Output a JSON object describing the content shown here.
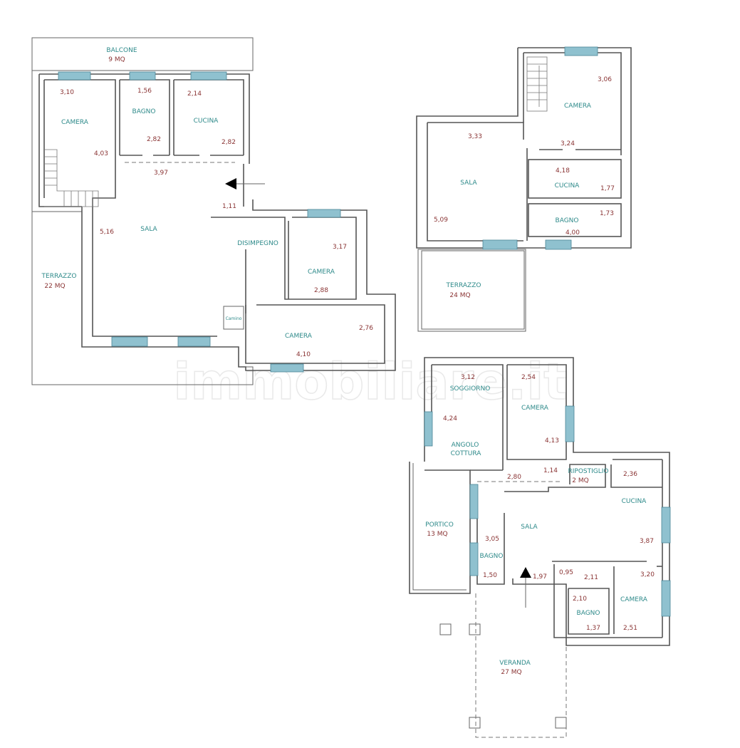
{
  "watermark": "immobiliare.it",
  "colors": {
    "room_label": "#2e8a8a",
    "dimension": "#8a3434",
    "window": "#8fc1cf",
    "wall": "#555555"
  },
  "plan_a": {
    "balcone": {
      "name": "BALCONE",
      "area": "9 MQ"
    },
    "terrazzo": {
      "name": "TERRAZZO",
      "area": "22 MQ"
    },
    "camera_1": {
      "name": "CAMERA",
      "d1": "3,10",
      "d2": "4,03"
    },
    "bagno": {
      "name": "BAGNO",
      "d1": "1,56",
      "d2": "2,82"
    },
    "cucina": {
      "name": "CUCINA",
      "d1": "2,14",
      "d2": "2,82"
    },
    "sala": {
      "name": "SALA",
      "d1": "3,97",
      "d2": "5,16",
      "d3": "1,11"
    },
    "disimpegno": {
      "name": "DISIMPEGNO"
    },
    "camera_2": {
      "name": "CAMERA",
      "d1": "3,17",
      "d2": "2,88"
    },
    "camera_3": {
      "name": "CAMERA",
      "d1": "2,76",
      "d2": "4,10"
    },
    "camino": {
      "name": "Camino"
    }
  },
  "plan_b": {
    "camera": {
      "name": "CAMERA",
      "d1": "3,06",
      "d2": "3,24"
    },
    "sala": {
      "name": "SALA",
      "d1": "3,33",
      "d2": "5,09"
    },
    "cucina": {
      "name": "CUCINA",
      "d1": "4,18",
      "d2": "1,77"
    },
    "bagno": {
      "name": "BAGNO",
      "d1": "1,73",
      "d2": "4,00"
    },
    "terrazzo": {
      "name": "TERRAZZO",
      "area": "24 MQ"
    }
  },
  "plan_c": {
    "soggiorno": {
      "name": "SOGGIORNO",
      "d1": "3,12",
      "d2": "4,24"
    },
    "angolo_cottura": {
      "name1": "ANGOLO",
      "name2": "COTTURA"
    },
    "camera_1": {
      "name": "CAMERA",
      "d1": "2,54",
      "d2": "4,13"
    },
    "ripostiglio": {
      "name": "RIPOSTIGLIO",
      "area": "2 MQ"
    },
    "dims_mid": {
      "d1": "2,80",
      "d2": "1,14"
    },
    "cucina": {
      "name": "CUCINA",
      "d1": "2,36",
      "d2": "3,87"
    },
    "portico": {
      "name": "PORTICO",
      "area": "13 MQ"
    },
    "sala": {
      "name": "SALA",
      "d1": "1,97"
    },
    "bagno_1": {
      "name": "BAGNO",
      "d1": "3,05",
      "d2": "1,50"
    },
    "bagno_2": {
      "name": "BAGNO",
      "d0": "0,95",
      "d1": "2,11",
      "d2": "2,10",
      "d3": "1,37"
    },
    "camera_2": {
      "name": "CAMERA",
      "d1": "3,20",
      "d2": "2,51"
    },
    "veranda": {
      "name": "VERANDA",
      "area": "27 MQ"
    }
  }
}
